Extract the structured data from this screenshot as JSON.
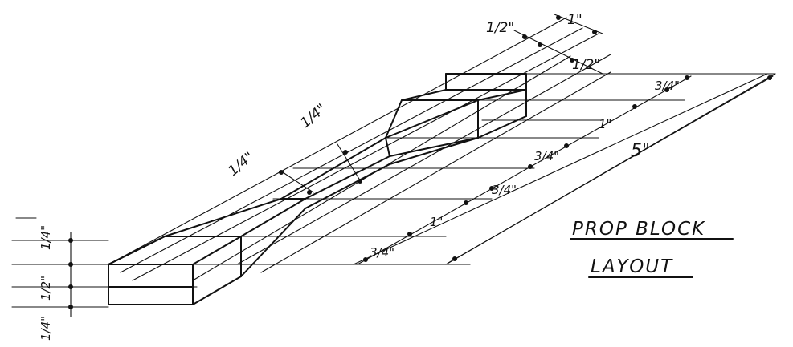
{
  "title": {
    "line1": "PROP BLOCK",
    "line2": "LAYOUT"
  },
  "dimensions": {
    "top_width_half": "1/2\"",
    "top_width_one": "1\"",
    "top_right_half": "1/2\"",
    "mid_quarter_upper": "1/4\"",
    "mid_quarter_lower": "1/4\"",
    "base_dim_a": "3/4\"",
    "base_dim_b": "1\"",
    "base_dim_c": "3/4\"",
    "base_dim_d": "3/4\"",
    "base_dim_e": "1\"",
    "base_dim_f": "3/4\"",
    "total_length": "5\"",
    "height_top": "1/4\"",
    "height_middle": "1/2\"",
    "height_bottom": "1/4\""
  },
  "colors": {
    "ink": "#111111",
    "paper": "#ffffff"
  }
}
